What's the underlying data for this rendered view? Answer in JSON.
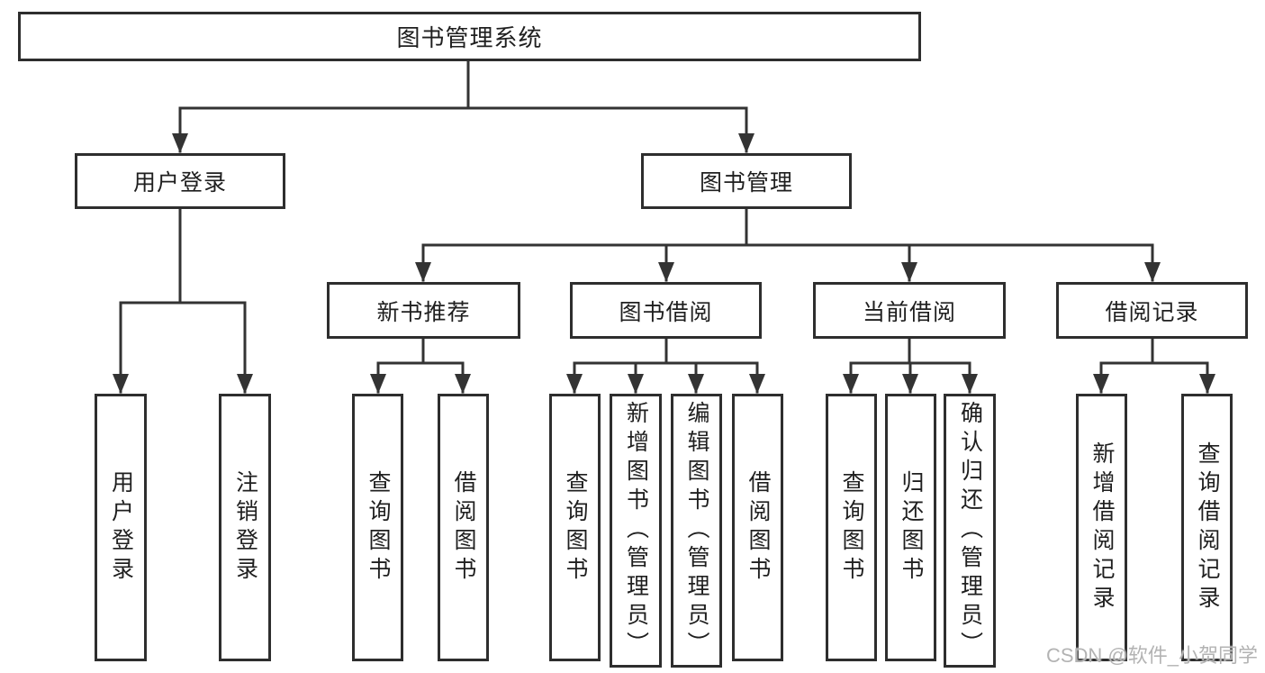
{
  "diagram": {
    "root": "图书管理系统",
    "level2": {
      "user_login": "用户登录",
      "book_mgmt": "图书管理"
    },
    "level3": {
      "new_books": "新书推荐",
      "borrowing": "图书借阅",
      "current": "当前借阅",
      "records": "借阅记录"
    },
    "leaves": {
      "user_login": [
        "用户登录",
        "注销登录"
      ],
      "new_books": [
        "查询图书",
        "借阅图书"
      ],
      "borrowing": [
        "查询图书",
        "新增图书（管理员）",
        "编辑图书（管理员）",
        "借阅图书"
      ],
      "current": [
        "查询图书",
        "归还图书",
        "确认归还（管理员）"
      ],
      "records": [
        "新增借阅记录",
        "查询借阅记录"
      ]
    }
  },
  "watermark": "CSDN @软件_小贺同学",
  "colors": {
    "line": "#333333",
    "box_border": "#2e2e2e",
    "background": "#ffffff",
    "text": "#1f1f1f",
    "watermark": "#b3b3b3"
  }
}
